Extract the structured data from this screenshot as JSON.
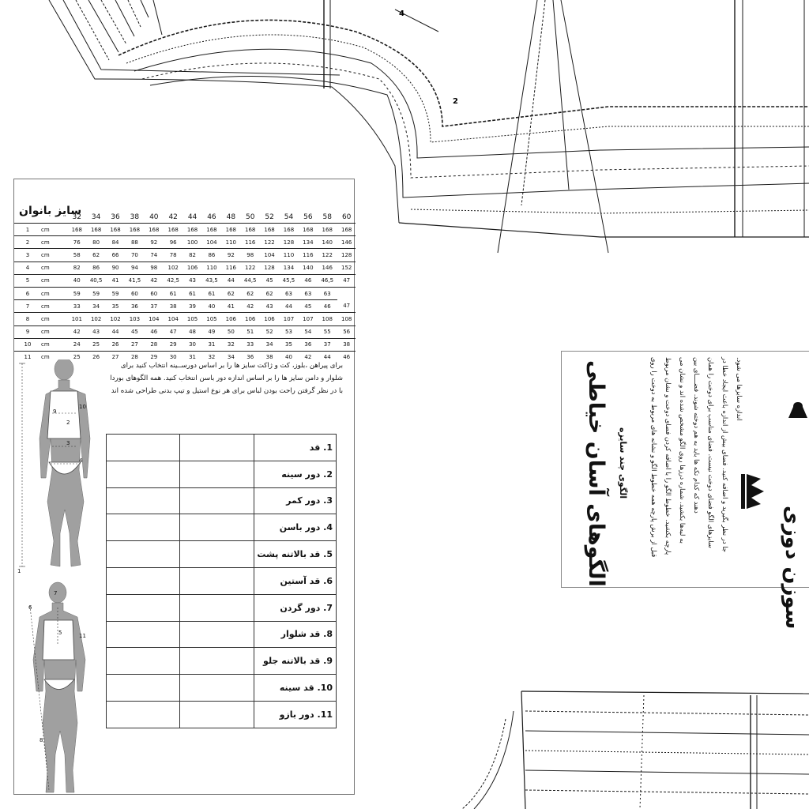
{
  "pattern": {
    "markers": [
      "4",
      "2"
    ]
  },
  "size_chart": {
    "title": "سایز بانوان",
    "sizes": [
      "32",
      "34",
      "36",
      "38",
      "40",
      "42",
      "44",
      "46",
      "48",
      "50",
      "52",
      "54",
      "56",
      "58",
      "60"
    ],
    "rows": [
      {
        "n": "1",
        "u": "cm",
        "v": [
          "168",
          "168",
          "168",
          "168",
          "168",
          "168",
          "168",
          "168",
          "168",
          "168",
          "168",
          "168",
          "168",
          "168",
          "168"
        ]
      },
      {
        "n": "2",
        "u": "cm",
        "v": [
          "76",
          "80",
          "84",
          "88",
          "92",
          "96",
          "100",
          "104",
          "110",
          "116",
          "122",
          "128",
          "134",
          "140",
          "146"
        ]
      },
      {
        "n": "3",
        "u": "cm",
        "v": [
          "58",
          "62",
          "66",
          "70",
          "74",
          "78",
          "82",
          "86",
          "92",
          "98",
          "104",
          "110",
          "116",
          "122",
          "128"
        ]
      },
      {
        "n": "4",
        "u": "cm",
        "v": [
          "82",
          "86",
          "90",
          "94",
          "98",
          "102",
          "106",
          "110",
          "116",
          "122",
          "128",
          "134",
          "140",
          "146",
          "152"
        ]
      },
      {
        "n": "5",
        "u": "cm",
        "v": [
          "40",
          "40,5",
          "41",
          "41,5",
          "42",
          "42,5",
          "43",
          "43,5",
          "44",
          "44,5",
          "45",
          "45,5",
          "46",
          "46,5",
          "47"
        ]
      },
      {
        "n": "6",
        "u": "cm",
        "v": [
          "59",
          "59",
          "59",
          "60",
          "60",
          "61",
          "61",
          "61",
          "62",
          "62",
          "62",
          "63",
          "63",
          "63"
        ]
      },
      {
        "n": "7",
        "u": "cm",
        "v": [
          "33",
          "34",
          "35",
          "36",
          "37",
          "38",
          "39",
          "40",
          "41",
          "42",
          "43",
          "44",
          "45",
          "46",
          "47"
        ]
      },
      {
        "n": "8",
        "u": "cm",
        "v": [
          "101",
          "102",
          "102",
          "103",
          "104",
          "104",
          "105",
          "105",
          "106",
          "106",
          "106",
          "107",
          "107",
          "108",
          "108"
        ]
      },
      {
        "n": "9",
        "u": "cm",
        "v": [
          "42",
          "43",
          "44",
          "45",
          "46",
          "47",
          "48",
          "49",
          "50",
          "51",
          "52",
          "53",
          "54",
          "55",
          "56"
        ]
      },
      {
        "n": "10",
        "u": "cm",
        "v": [
          "24",
          "25",
          "26",
          "27",
          "28",
          "29",
          "30",
          "31",
          "32",
          "33",
          "34",
          "35",
          "36",
          "37",
          "38"
        ]
      },
      {
        "n": "11",
        "u": "cm",
        "v": [
          "25",
          "26",
          "27",
          "28",
          "29",
          "30",
          "31",
          "32",
          "34",
          "36",
          "38",
          "40",
          "42",
          "44",
          "46"
        ]
      }
    ],
    "intro": "برای پیراهن ،بلوز، کت و ژاکت سایز ها را بر اساس دورســینه انتخاب کنید برای شلوار و دامن سایز ها را بر اساس اندازه دور باسن انتخاب کنید. همه الگوهای بوردا با در نظر گرفتن راحت بودن لباس برای هر نوع استیل و تیپ بدنی طراحی شده اند"
  },
  "measure_form": [
    "1. قد",
    "2. دور سینه",
    "3. دور کمر",
    "4. دور باسن",
    "5. قد بالاتنه پشت",
    "6. قد آستین",
    "7. دور گردن",
    "8. قد شلوار",
    "9. قد بالاتنه جلو",
    "10. قد سینه",
    "11. دور بازو"
  ],
  "figure_labels": {
    "front": [
      "1",
      "9",
      "10",
      "2",
      "3",
      "4"
    ],
    "back": [
      "7",
      "6",
      "5",
      "11",
      "8"
    ]
  },
  "info": {
    "brand": "الگوهای آسان خیاطی",
    "subtitle": "الگوی چند سایزه",
    "paragraphs": [
      "قبل از برش پارچه همه خطوط الگو و نشانه های مربوط به دوخت را روی",
      "پارچه بکشید. خطوط الگو را با اضافه کردن فضای دوخت و نشان مربوط",
      "به لبه‌ها بکشید. شماره درزها روی الگو مشخص شده اند و نشان می",
      "دهند که کدام تکه ها باید به هم دوخته شوند. فضــــای بین",
      "سایزهای الگو فضای دوخت نیست. فضای مناسب برای دوخت را همان",
      "جا در نظر بگیرید و اضافه کنید. فضای بیش از اندازه باعث ایجاد خطا در",
      "اندازه سایزها می شود."
    ],
    "logo_text": "سوزن دوزی"
  },
  "colors": {
    "line": "#1a1a1a",
    "figure": "#9a9a9a",
    "paper": "#ffffff"
  }
}
